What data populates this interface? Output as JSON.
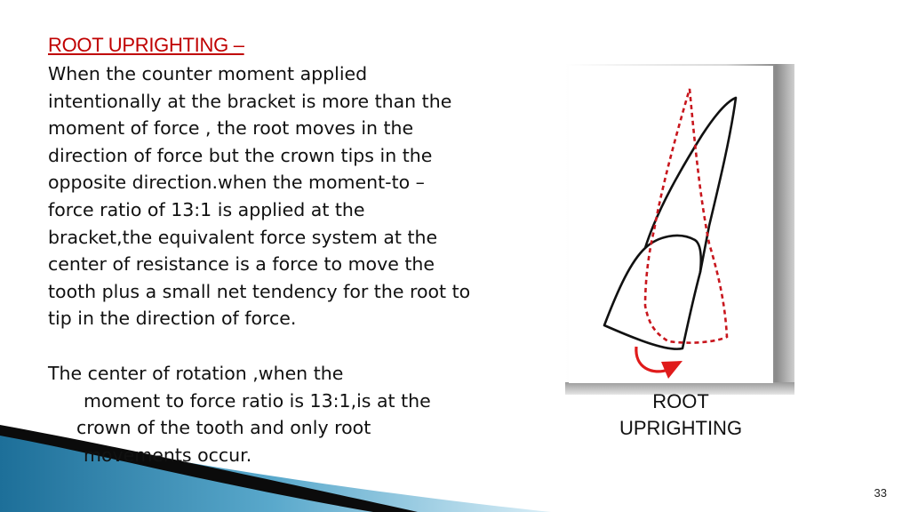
{
  "slide": {
    "heading": "ROOT UPRIGHTING –",
    "paragraph1": [
      "When the counter moment applied",
      "intentionally at the bracket is more than the",
      "moment of force , the root moves in the",
      "direction of force but the crown tips in the",
      "opposite direction.when the moment-to –",
      "force ratio of 13:1 is applied at the",
      "bracket,the equivalent force system at the",
      "center of resistance is a force to move the",
      "tooth plus a small net tendency for the root to",
      "tip in the direction of force."
    ],
    "paragraph2": [
      "The center of rotation ,when the",
      "moment to force ratio is 13:1,is at the",
      "crown of the tooth and only root",
      "movements occur."
    ],
    "figure_caption": [
      "ROOT",
      "UPRIGHTING"
    ],
    "page_number": "33"
  },
  "colors": {
    "heading": "#c00000",
    "dashed_outline": "#c8161d",
    "arrow": "#e01b1b",
    "accent_blue": "#2a7fa8"
  }
}
